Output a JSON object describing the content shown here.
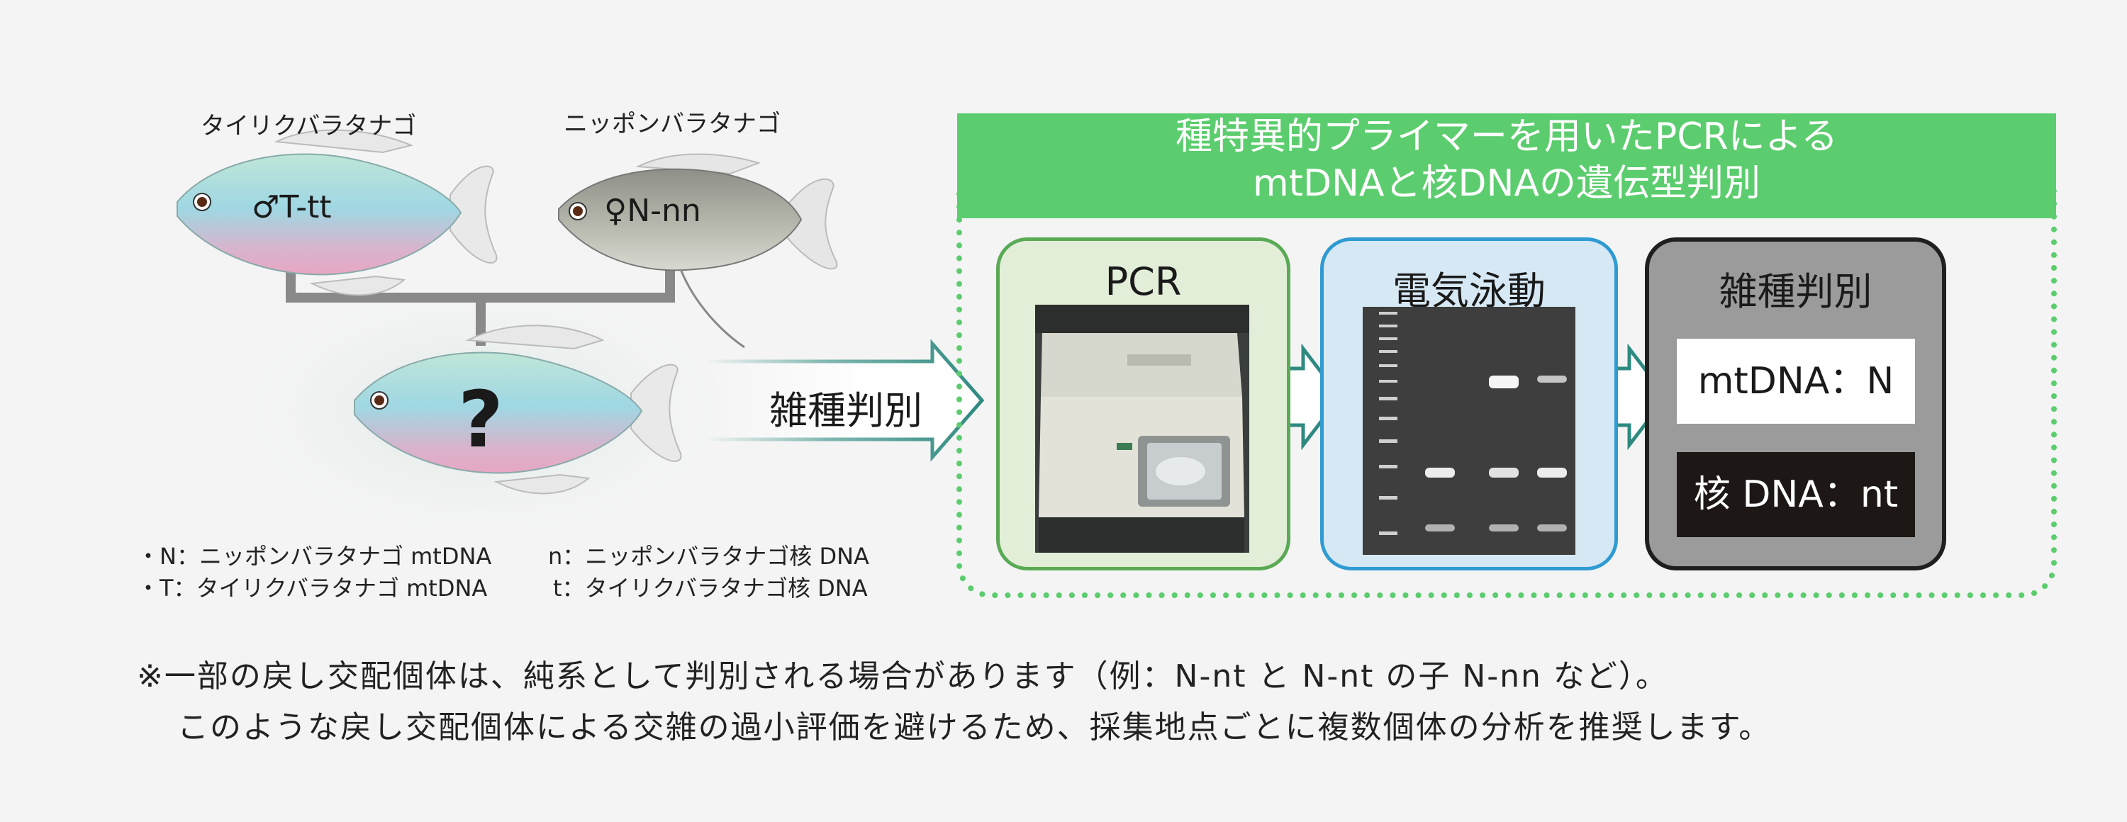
{
  "parents": {
    "male": {
      "name": "タイリクバラタナゴ",
      "label": "♂T-tt"
    },
    "female": {
      "name": "ニッポンバラタナゴ",
      "label": "♀N-nn"
    }
  },
  "hybrid": {
    "label": "?"
  },
  "arrow_label": "雑種判別",
  "banner": {
    "line1": "種特異的プライマーを用いたPCRによる",
    "line2": "mtDNAと核DNAの遺伝型判別"
  },
  "steps": {
    "pcr": {
      "title": "PCR"
    },
    "electrophoresis": {
      "title": "電気泳動"
    },
    "result": {
      "title": "雑種判別",
      "mt_result": "mtDNA：N",
      "nuc_result": "核 DNA：nt"
    }
  },
  "legend": {
    "N": "・N：ニッポンバラタナゴ mtDNA",
    "T": "・T：タイリクバラタナゴ mtDNA",
    "n": "n：ニッポンバラタナゴ核 DNA",
    "t": "t：タイリクバラタナゴ核 DNA"
  },
  "note": {
    "line1": "※一部の戻し交配個体は、純系として判別される場合があります（例：N-nt と N-nt の子 N-nn など）。",
    "line2": "このような戻し交配個体による交雑の過小評価を避けるため、採集地点ごとに複数個体の分析を推奨します。"
  },
  "colors": {
    "banner": "#5ccd6e",
    "pcr_box_fill": "#e3eed9",
    "pcr_box_border": "#5aaa55",
    "gel_box_fill": "#d7e8f5",
    "gel_box_border": "#2f9bd2",
    "result_box_fill": "#9b9b9b",
    "result_box_border": "#1f1f1f",
    "arrow_stroke": "#2e8a80",
    "dotted_frame": "#5ccd6e"
  }
}
